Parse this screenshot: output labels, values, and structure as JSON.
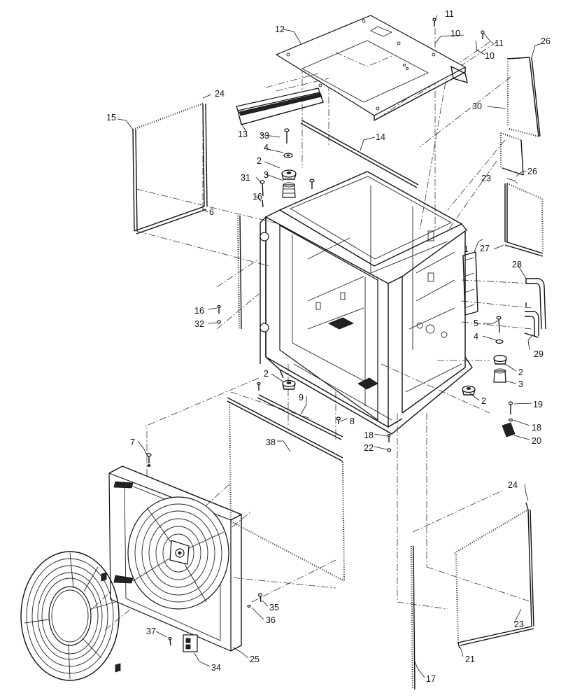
{
  "callouts": [
    {
      "id": "c1",
      "text": "1"
    },
    {
      "id": "c2a",
      "text": "2"
    },
    {
      "id": "c2b",
      "text": "2"
    },
    {
      "id": "c2c",
      "text": "2"
    },
    {
      "id": "c2d",
      "text": "2"
    },
    {
      "id": "c3a",
      "text": "3"
    },
    {
      "id": "c3b",
      "text": "3"
    },
    {
      "id": "c4a",
      "text": "4"
    },
    {
      "id": "c4b",
      "text": "4"
    },
    {
      "id": "c5",
      "text": "5"
    },
    {
      "id": "c6",
      "text": "6"
    },
    {
      "id": "c7",
      "text": "7"
    },
    {
      "id": "c8",
      "text": "8"
    },
    {
      "id": "c9",
      "text": "9"
    },
    {
      "id": "c10a",
      "text": "10"
    },
    {
      "id": "c10b",
      "text": "10"
    },
    {
      "id": "c11a",
      "text": "11"
    },
    {
      "id": "c11b",
      "text": "11"
    },
    {
      "id": "c12",
      "text": "12"
    },
    {
      "id": "c13",
      "text": "13"
    },
    {
      "id": "c14",
      "text": "14"
    },
    {
      "id": "c15",
      "text": "15"
    },
    {
      "id": "c16a",
      "text": "16"
    },
    {
      "id": "c16b",
      "text": "16"
    },
    {
      "id": "c17",
      "text": "17"
    },
    {
      "id": "c18a",
      "text": "18"
    },
    {
      "id": "c18b",
      "text": "18"
    },
    {
      "id": "c19",
      "text": "19"
    },
    {
      "id": "c20",
      "text": "20"
    },
    {
      "id": "c21",
      "text": "21"
    },
    {
      "id": "c22",
      "text": "22"
    },
    {
      "id": "c23a",
      "text": "23"
    },
    {
      "id": "c23b",
      "text": "23"
    },
    {
      "id": "c24a",
      "text": "24"
    },
    {
      "id": "c24b",
      "text": "24"
    },
    {
      "id": "c25",
      "text": "25"
    },
    {
      "id": "c26a",
      "text": "26"
    },
    {
      "id": "c26b",
      "text": "26"
    },
    {
      "id": "c27",
      "text": "27"
    },
    {
      "id": "c28",
      "text": "28"
    },
    {
      "id": "c29",
      "text": "29"
    },
    {
      "id": "c30",
      "text": "30"
    },
    {
      "id": "c31",
      "text": "31"
    },
    {
      "id": "c32",
      "text": "32"
    },
    {
      "id": "c33",
      "text": "33"
    },
    {
      "id": "c34",
      "text": "34"
    },
    {
      "id": "c35",
      "text": "35"
    },
    {
      "id": "c36",
      "text": "36"
    },
    {
      "id": "c37",
      "text": "37"
    },
    {
      "id": "c38",
      "text": "38"
    }
  ]
}
